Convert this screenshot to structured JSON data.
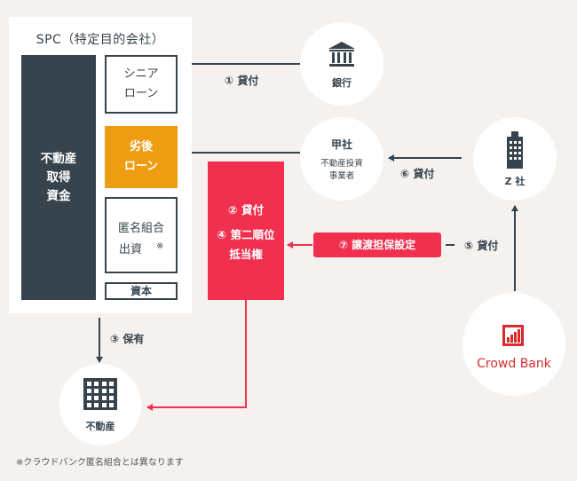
{
  "spc": {
    "title": "SPC（特定目的会社）",
    "fund_lines": [
      "不動産",
      "取得",
      "資金"
    ],
    "senior_lines": [
      "シニア",
      "ローン"
    ],
    "mezz_lines": [
      "劣後",
      "ローン"
    ],
    "tk_line1": "匿名組合",
    "tk_line2": "出資",
    "tk_note": "※",
    "capital": "資本"
  },
  "red_box": {
    "line1": "② 貸付",
    "line2": "④ 第二順位",
    "line3": "抵当権"
  },
  "bank": {
    "label": "銀行",
    "icon": "bank-icon"
  },
  "kosha": {
    "title": "甲社",
    "sub1": "不動産投資",
    "sub2": "事業者"
  },
  "otsu": {
    "label": "Z 社",
    "icon": "building-icon"
  },
  "realestate": {
    "label": "不動産",
    "icon": "office-building-icon"
  },
  "crowdbank": {
    "label": "Crowd Bank",
    "icon": "crowdbank-logo-icon",
    "color": "#d92b2f"
  },
  "edges": {
    "e1": "① 貸付",
    "e3": "③ 保有",
    "e5": "⑤ 貸付",
    "e6": "⑥ 貸付",
    "e7": "⑦ 譲渡担保設定"
  },
  "colors": {
    "dark": "#37444d",
    "orange": "#ee9c12",
    "red": "#f0304e",
    "bg": "#f5f1ee"
  },
  "footnote": "※クラウドバンク匿名組合とは異なります"
}
